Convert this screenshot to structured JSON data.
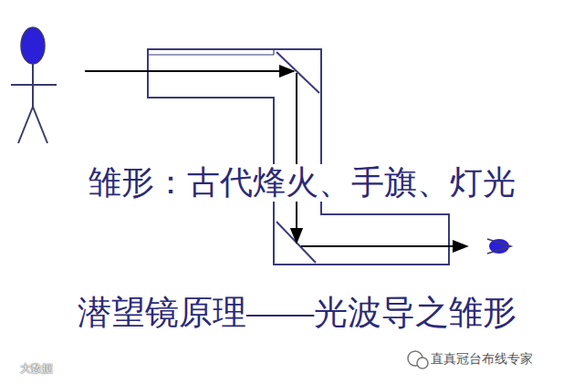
{
  "diagram": {
    "caption": "潜望镜原理——光波导之雏形",
    "labels": [
      "雏形：古代烽火、手旗、灯光",
      "大数据",
      "直真冠台布线专家"
    ]
  }
}
